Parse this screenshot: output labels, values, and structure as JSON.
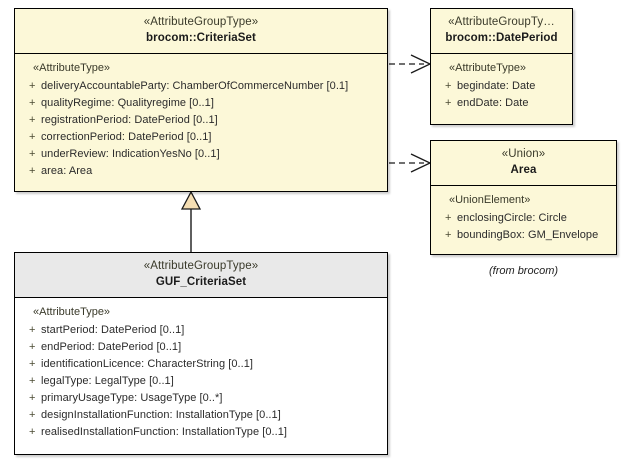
{
  "diagram": {
    "type": "uml-class-diagram",
    "background_color": "#ffffff",
    "classes": [
      {
        "id": "criteriaSet",
        "stereotype": "«AttributeGroupType»",
        "name": "brocom::CriteriaSet",
        "fill_color": "#fcf8d8",
        "header_color": "#fcf8d8",
        "compartment_stereotype": "«AttributeType»",
        "attributes": [
          {
            "visibility": "+",
            "text": "deliveryAccountableParty: ChamberOfCommerceNumber [0.1]"
          },
          {
            "visibility": "+",
            "text": "qualityRegime: Qualityregime [0..1]"
          },
          {
            "visibility": "+",
            "text": "registrationPeriod: DatePeriod [0..1]"
          },
          {
            "visibility": "+",
            "text": "correctionPeriod: DatePeriod [0..1]"
          },
          {
            "visibility": "+",
            "text": "underReview: IndicationYesNo [0..1]"
          },
          {
            "visibility": "+",
            "text": "area: Area"
          }
        ]
      },
      {
        "id": "datePeriod",
        "stereotype": "«AttributeGroupTy…",
        "name": "brocom::DatePeriod",
        "fill_color": "#fcf8d8",
        "header_color": "#fcf8d8",
        "compartment_stereotype": "«AttributeType»",
        "attributes": [
          {
            "visibility": "+",
            "text": "begindate: Date"
          },
          {
            "visibility": "+",
            "text": "endDate: Date"
          }
        ]
      },
      {
        "id": "area",
        "stereotype": "«Union»",
        "name": "Area",
        "fill_color": "#fcf8d8",
        "header_color": "#fcf8d8",
        "compartment_stereotype": "«UnionElement»",
        "attributes": [
          {
            "visibility": "+",
            "text": "enclosingCircle: Circle"
          },
          {
            "visibility": "+",
            "text": "boundingBox: GM_Envelope"
          }
        ],
        "caption": "(from brocom)"
      },
      {
        "id": "gufCriteriaSet",
        "stereotype": "«AttributeGroupType»",
        "name": "GUF_CriteriaSet",
        "fill_color": "#ffffff",
        "header_color": "#e9e9e9",
        "compartment_stereotype": "«AttributeType»",
        "attributes": [
          {
            "visibility": "+",
            "text": "startPeriod: DatePeriod [0..1]"
          },
          {
            "visibility": "+",
            "text": "endPeriod: DatePeriod [0..1]"
          },
          {
            "visibility": "+",
            "text": "identificationLicence: CharacterString [0..1]"
          },
          {
            "visibility": "+",
            "text": "legalType: LegalType [0..1]"
          },
          {
            "visibility": "+",
            "text": "primaryUsageType: UsageType [0..*]"
          },
          {
            "visibility": "+",
            "text": "designInstallationFunction: InstallationType [0..1]"
          },
          {
            "visibility": "+",
            "text": "realisedInstallationFunction: InstallationType [0..1]"
          }
        ]
      }
    ],
    "relationships": [
      {
        "id": "dep-dateperiod",
        "kind": "dependency",
        "from": "criteriaSet",
        "to": "datePeriod",
        "line_style": "dashed",
        "arrow": "open"
      },
      {
        "id": "dep-area",
        "kind": "dependency",
        "from": "criteriaSet",
        "to": "area",
        "line_style": "dashed",
        "arrow": "open"
      },
      {
        "id": "gen-guf",
        "kind": "generalization",
        "from": "gufCriteriaSet",
        "to": "criteriaSet",
        "line_style": "solid",
        "arrow": "hollow-triangle",
        "arrow_fill": "#f5deb3"
      }
    ]
  }
}
